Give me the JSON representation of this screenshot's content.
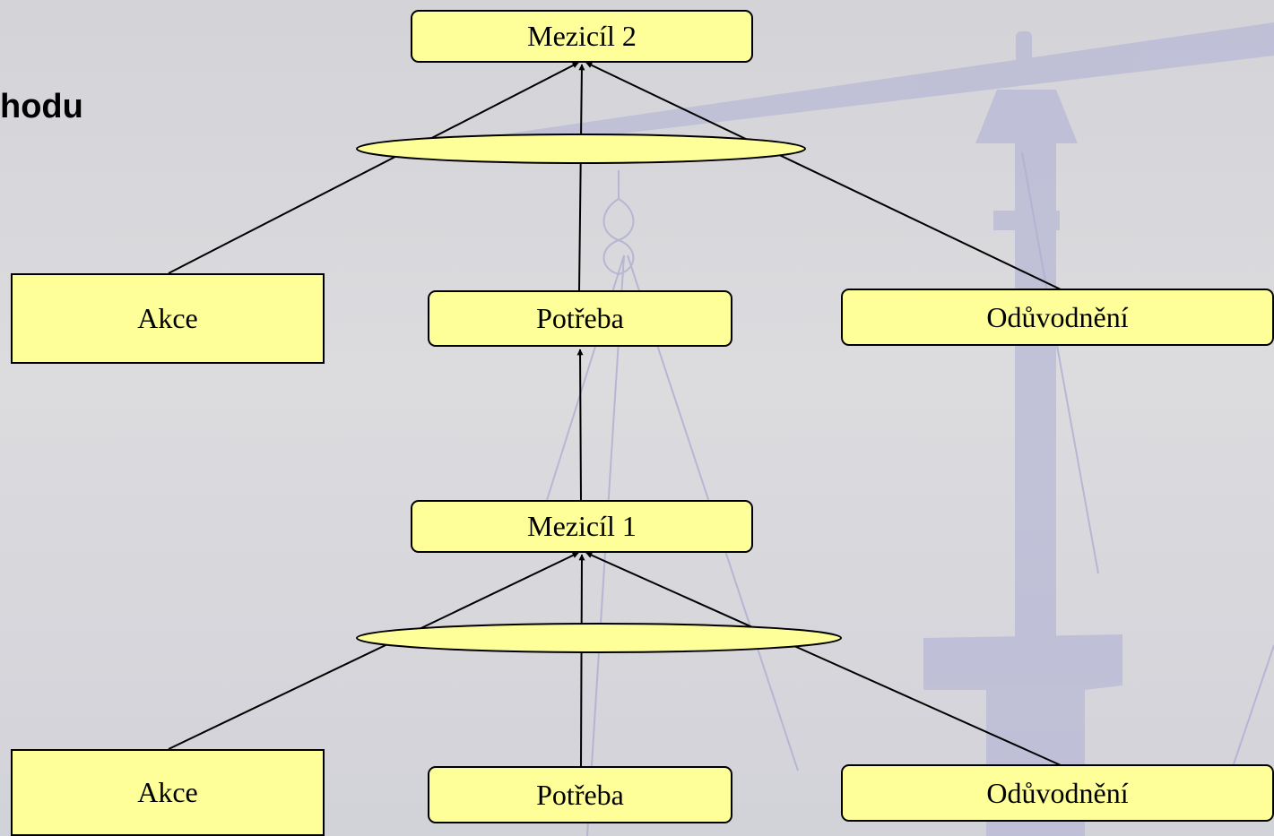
{
  "heading": "hodu",
  "nodes": {
    "mezicil2": "Mezicíl 2",
    "akce_top": "Akce",
    "potreba_top": "Potřeba",
    "oduvodneni_top": "Odůvodnění",
    "mezicil1": "Mezicíl 1",
    "akce_bottom": "Akce",
    "potreba_bottom": "Potřeba",
    "oduvodneni_bottom": "Odůvodnění"
  },
  "colors": {
    "node_fill": "#ffff99",
    "stroke": "#000000",
    "background": "#d8d8dc",
    "watermark": "#b3b3d4"
  }
}
